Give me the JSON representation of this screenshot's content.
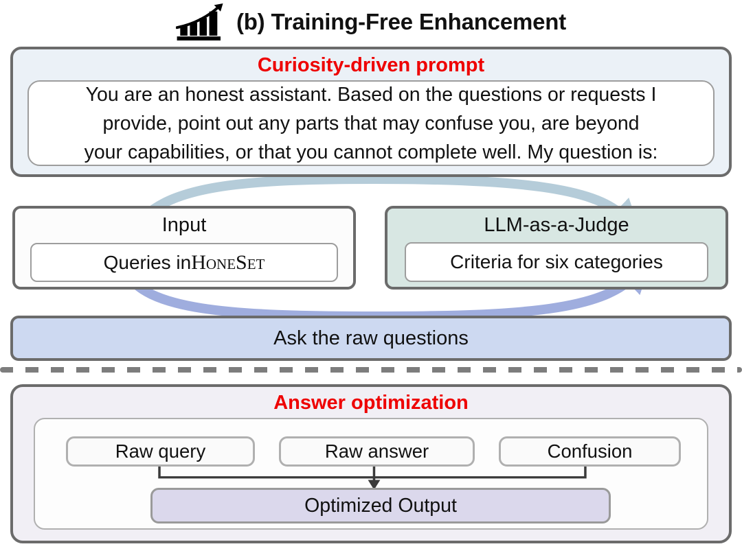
{
  "header": {
    "title": "(b) Training-Free Enhancement",
    "icon": "growth-chart"
  },
  "curiosity": {
    "title": "Curiosity-driven prompt",
    "prompt_lines": [
      "You are an honest assistant. Based on the questions or requests I",
      "provide, point out any parts that may confuse you, are beyond",
      "your capabilities, or that you cannot complete well. My question is:"
    ]
  },
  "input_box": {
    "title": "Input",
    "content_prefix": "Queries in ",
    "dataset_name": "HoneSet"
  },
  "judge_box": {
    "title": "LLM-as-a-Judge",
    "content": "Criteria for six categories"
  },
  "ask_bar": {
    "label": "Ask the raw questions"
  },
  "answer": {
    "title": "Answer optimization",
    "inputs": [
      {
        "label": "Raw query"
      },
      {
        "label": "Raw answer"
      },
      {
        "label": "Confusion"
      }
    ],
    "output_label": "Optimized Output"
  },
  "colors": {
    "accent_red": "#ee0000",
    "curiosity_bg": "#ebf1f7",
    "judge_bg": "#d8e7e3",
    "ask_bar_bg": "#cdd9f1",
    "answer_bg": "#f1eff5",
    "output_bg": "#dbd8ec",
    "top_arrow": "#b5ccd9",
    "bottom_arrow": "#9fadde",
    "border_gray": "#6b6b6b"
  }
}
